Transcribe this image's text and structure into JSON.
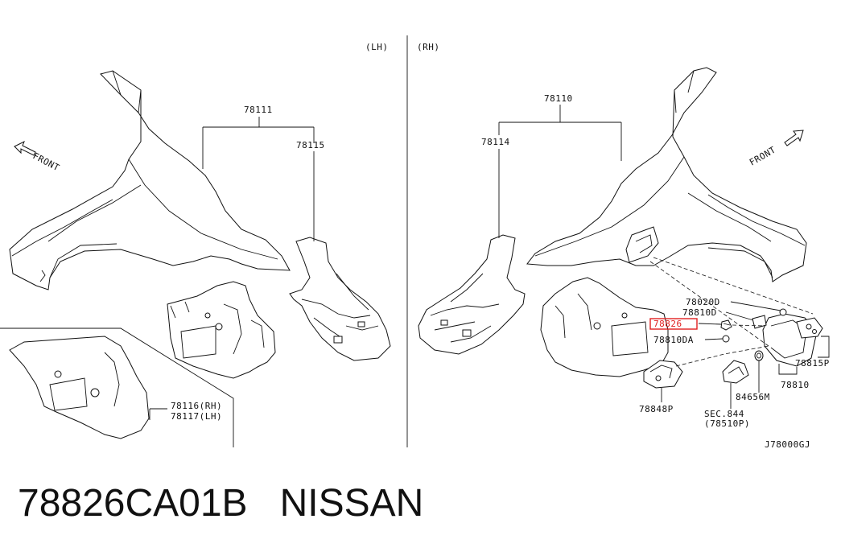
{
  "diagram": {
    "side_left": "(LH)",
    "side_right": "(RH)",
    "front_left": "FRONT",
    "front_right": "FRONT",
    "labels": {
      "p78111": "78111",
      "p78115": "78115",
      "p78116": "78116(RH)",
      "p78117": "78117(LH)",
      "p78110": "78110",
      "p78114": "78114",
      "p78020D": "78020D",
      "p78810D": "78810D",
      "p78826": "78826",
      "p78810DA": "78810DA",
      "p78815P": "78815P",
      "p78810": "78810",
      "p84656M": "84656M",
      "p78848P": "78848P",
      "sec": "SEC.844",
      "sec_sub": "(78510P)"
    },
    "drawing_code": "J78000GJ",
    "highlight_color": "#e02020"
  },
  "footer": {
    "part_number": "78826CA01B",
    "brand": "NISSAN"
  }
}
